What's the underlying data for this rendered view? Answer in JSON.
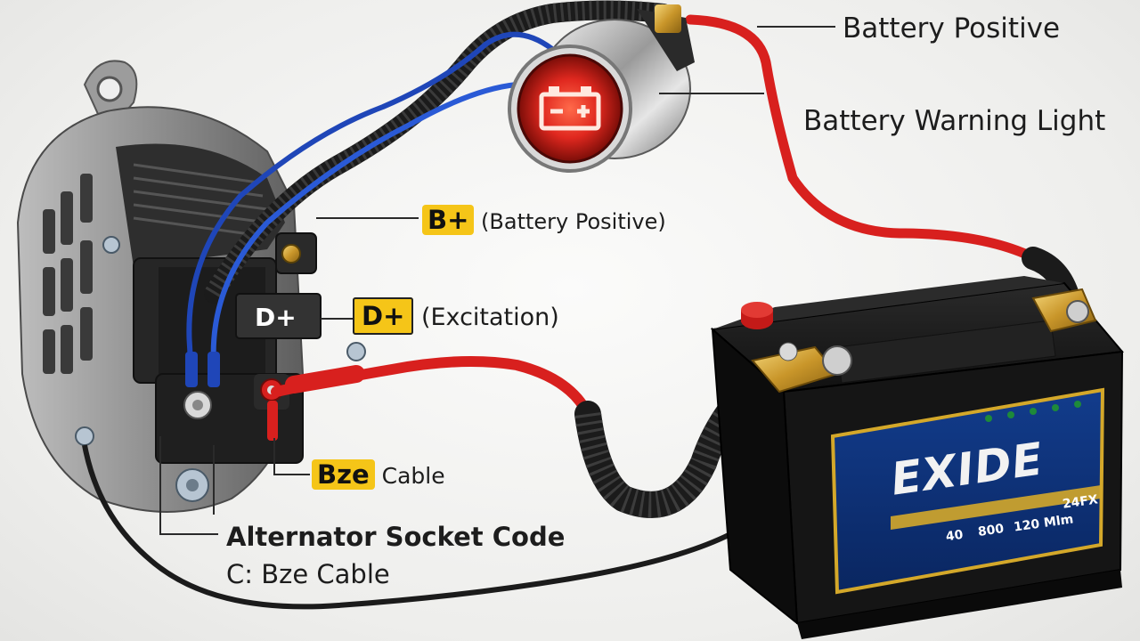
{
  "labels": {
    "battery_positive": "Battery Positive",
    "battery_warning_light": "Battery Warning Light",
    "b_plus_tag": "B+",
    "b_plus_desc": "(Battery Positive)",
    "d_plus_terminal": "D+",
    "d_plus_tag": "D+",
    "d_plus_desc": "(Excitation)",
    "bze_tag": "Bze",
    "bze_desc": "Cable",
    "socket_code_title": "Alternator Socket Code",
    "socket_code_sub": "C: Bze Cable"
  },
  "battery": {
    "brand": "EXIDE",
    "model": "24FX",
    "spec_1": "40",
    "spec_2": "800",
    "spec_3": "120 Mlm"
  },
  "colors": {
    "highlight": "#f5c518",
    "red_wire": "#d8201e",
    "blue_wire": "#1f46b8",
    "black_wire": "#1b1b1b",
    "warning_light": "#e0281f"
  },
  "icons": {
    "warning_light": "battery-icon"
  }
}
